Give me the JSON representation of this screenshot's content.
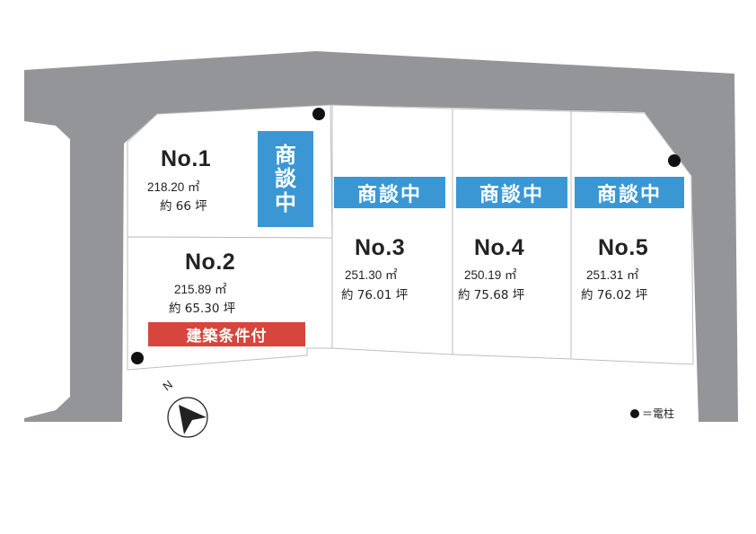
{
  "lots": [
    {
      "number": "No.1",
      "area": "218.20 ㎡",
      "tsubo": "約 66 坪",
      "status": "商談中"
    },
    {
      "number": "No.2",
      "area": "215.89 ㎡",
      "tsubo": "約 65.30 坪",
      "condition": "建築条件付"
    },
    {
      "number": "No.3",
      "area": "251.30 ㎡",
      "tsubo": "約 76.01 坪",
      "status": "商談中"
    },
    {
      "number": "No.4",
      "area": "250.19 ㎡",
      "tsubo": "約 75.68 坪",
      "status": "商談中"
    },
    {
      "number": "No.5",
      "area": "251.31 ㎡",
      "tsubo": "約 76.02 坪",
      "status": "商談中"
    }
  ],
  "status_vertical": [
    "商",
    "談",
    "中"
  ],
  "compass": {
    "label": "N"
  },
  "legend": {
    "symbol": "●",
    "text": "＝電柱"
  },
  "colors": {
    "road": "#939598",
    "status": "#3a97d4",
    "condition": "#d6463c",
    "lot_border": "#bcbec0"
  }
}
